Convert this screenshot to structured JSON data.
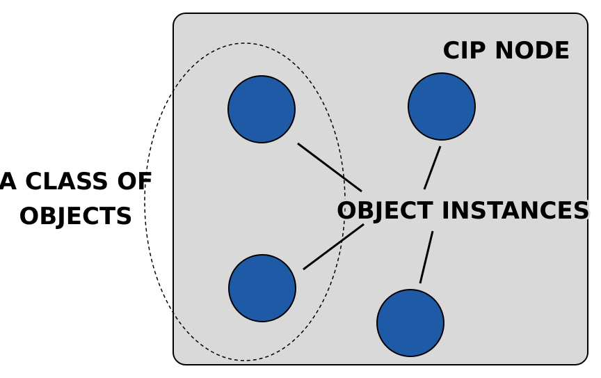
{
  "node_label": "CIP NODE",
  "instances_label": "OBJECT INSTANCES",
  "class_label_line1": "A CLASS OF",
  "class_label_line2": "OBJECTS",
  "colors": {
    "node_fill": "#d9d9d9",
    "node_stroke": "#000000",
    "object_fill": "#1f5aa6",
    "object_stroke": "#000000",
    "connector": "#000000",
    "class_outline": "#000000"
  },
  "objects": [
    {
      "id": "object-1",
      "name": "object-top-left"
    },
    {
      "id": "object-2",
      "name": "object-bottom-left"
    },
    {
      "id": "object-3",
      "name": "object-top-right"
    },
    {
      "id": "object-4",
      "name": "object-bottom-right"
    }
  ]
}
